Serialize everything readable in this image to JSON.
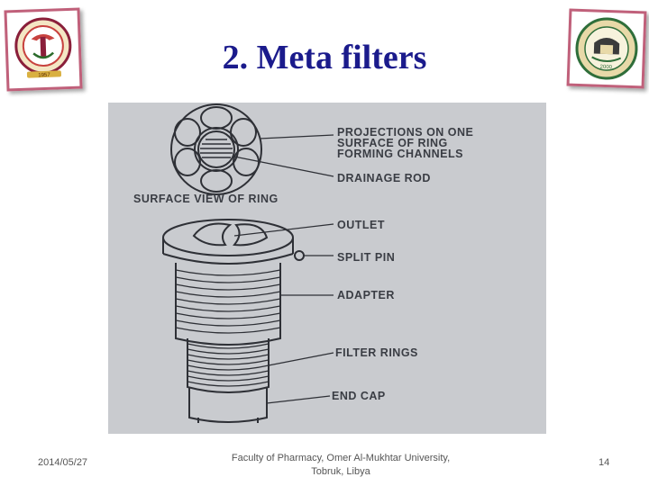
{
  "slide": {
    "title": "2. Meta filters"
  },
  "logos": {
    "left": {
      "icon": "university-emblem-icon",
      "caption": "1957"
    },
    "right": {
      "icon": "faculty-seal-icon",
      "caption": "2000"
    }
  },
  "figure": {
    "labels": {
      "projections_line1": "PROJECTIONS ON ONE",
      "projections_line2": "SURFACE OF RING",
      "projections_line3": "FORMING CHANNELS",
      "drainage_rod": "DRAINAGE ROD",
      "surface_view": "SURFACE VIEW OF RING",
      "outlet": "OUTLET",
      "split_pin": "SPLIT PIN",
      "adapter": "ADAPTER",
      "filter_rings": "FILTER RINGS",
      "end_cap": "END CAP"
    }
  },
  "footer": {
    "date": "2014/05/27",
    "institution_line1": "Faculty of Pharmacy, Omer Al-Mukhtar University,",
    "institution_line2": "Tobruk, Libya",
    "page_number": "14"
  },
  "colors": {
    "title": "#1b1b8c",
    "logo_border": "#c0607a",
    "figure_background": "#c9cbcf",
    "ink": "#3a3d44"
  }
}
